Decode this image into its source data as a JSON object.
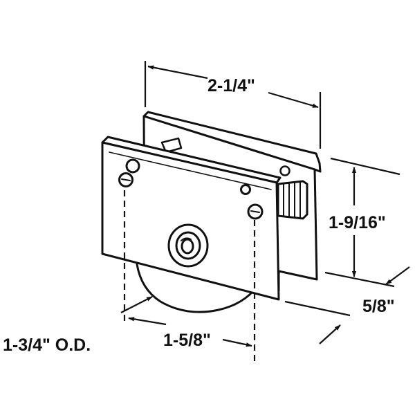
{
  "diagram": {
    "dimensions": {
      "overall_width": "2-1/4\"",
      "height": "1-9/16\"",
      "depth": "5/8\"",
      "wheel_spacing": "1-5/8\"",
      "wheel_diameter": "1-3/4\" O.D."
    },
    "colors": {
      "line": "#111111",
      "background": "#ffffff"
    }
  }
}
